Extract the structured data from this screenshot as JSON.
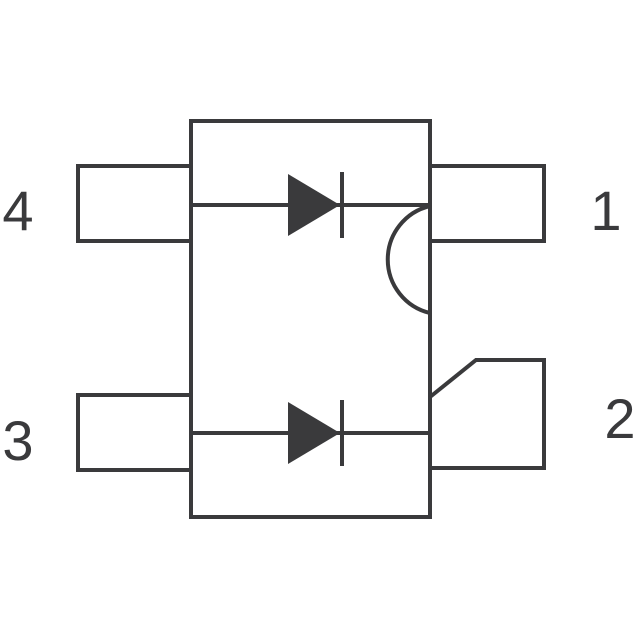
{
  "diagram": {
    "pins": [
      {
        "number": "4"
      },
      {
        "number": "1"
      },
      {
        "number": "3"
      },
      {
        "number": "2"
      }
    ],
    "components": {
      "upper_diode": "diode-symbol",
      "lower_diode": "diode-symbol",
      "notch": "orientation-notch"
    },
    "colors": {
      "stroke": "#3a3a3c",
      "fill": "#3a3a3c",
      "background": "#ffffff"
    }
  }
}
